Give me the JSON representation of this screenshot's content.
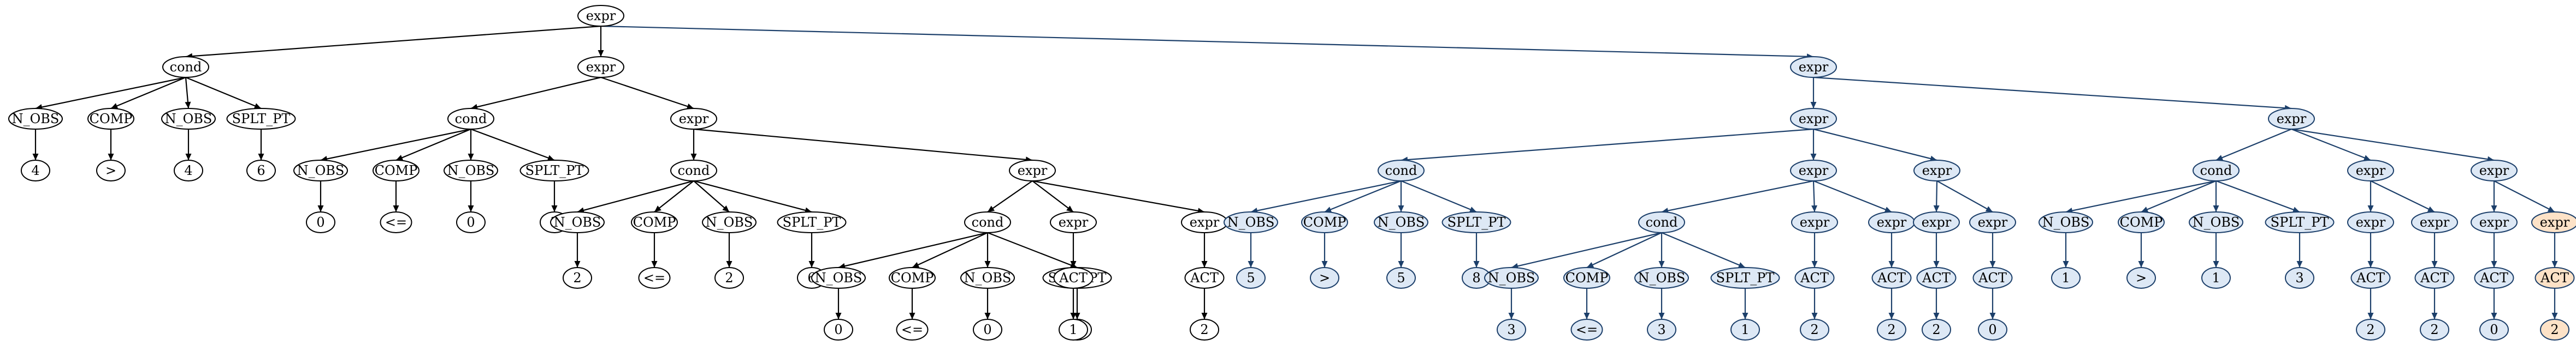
{
  "tree": {
    "label": "expr",
    "children": [
      {
        "label": "cond",
        "children": [
          {
            "label": "N_OBS",
            "children": [
              {
                "label": "4"
              }
            ]
          },
          {
            "label": "COMP",
            "children": [
              {
                "label": ">"
              }
            ]
          },
          {
            "label": "N_OBS",
            "children": [
              {
                "label": "4"
              }
            ]
          },
          {
            "label": "SPLT_PT",
            "children": [
              {
                "label": "6"
              }
            ]
          }
        ]
      },
      {
        "label": "expr",
        "children": [
          {
            "label": "cond",
            "children": [
              {
                "label": "N_OBS",
                "children": [
                  {
                    "label": "0"
                  }
                ]
              },
              {
                "label": "COMP",
                "children": [
                  {
                    "label": "<="
                  }
                ]
              },
              {
                "label": "N_OBS",
                "children": [
                  {
                    "label": "0"
                  }
                ]
              },
              {
                "label": "SPLT_PT",
                "children": [
                  {
                    "label": "3"
                  }
                ]
              }
            ]
          },
          {
            "label": "expr",
            "children": [
              {
                "label": "cond",
                "children": [
                  {
                    "label": "N_OBS",
                    "children": [
                      {
                        "label": "2"
                      }
                    ]
                  },
                  {
                    "label": "COMP",
                    "children": [
                      {
                        "label": "<="
                      }
                    ]
                  },
                  {
                    "label": "N_OBS",
                    "children": [
                      {
                        "label": "2"
                      }
                    ]
                  },
                  {
                    "label": "SPLT_PT",
                    "children": [
                      {
                        "label": "6"
                      }
                    ]
                  }
                ]
              },
              {
                "label": "expr",
                "children": [
                  {
                    "label": "cond",
                    "children": [
                      {
                        "label": "N_OBS",
                        "children": [
                          {
                            "label": "0"
                          }
                        ]
                      },
                      {
                        "label": "COMP",
                        "children": [
                          {
                            "label": "<="
                          }
                        ]
                      },
                      {
                        "label": "N_OBS",
                        "children": [
                          {
                            "label": "0"
                          }
                        ]
                      },
                      {
                        "label": "SPLT_PT",
                        "children": [
                          {
                            "label": "5"
                          }
                        ]
                      }
                    ]
                  },
                  {
                    "label": "expr",
                    "children": [
                      {
                        "label": "ACT",
                        "children": [
                          {
                            "label": "1"
                          }
                        ]
                      }
                    ]
                  },
                  {
                    "label": "expr",
                    "children": [
                      {
                        "label": "ACT",
                        "children": [
                          {
                            "label": "2"
                          }
                        ]
                      }
                    ]
                  }
                ]
              }
            ]
          }
        ]
      },
      {
        "label": "expr",
        "highlight": "blue",
        "children": [
          {
            "label": "expr",
            "highlight": "blue",
            "children": [
              {
                "label": "cond",
                "highlight": "blue",
                "children": [
                  {
                    "label": "N_OBS",
                    "highlight": "blue",
                    "children": [
                      {
                        "label": "5",
                        "highlight": "blue"
                      }
                    ]
                  },
                  {
                    "label": "COMP",
                    "highlight": "blue",
                    "children": [
                      {
                        "label": ">",
                        "highlight": "blue"
                      }
                    ]
                  },
                  {
                    "label": "N_OBS",
                    "highlight": "blue",
                    "children": [
                      {
                        "label": "5",
                        "highlight": "blue"
                      }
                    ]
                  },
                  {
                    "label": "SPLT_PT",
                    "highlight": "blue",
                    "children": [
                      {
                        "label": "8",
                        "highlight": "blue"
                      }
                    ]
                  }
                ]
              },
              {
                "label": "expr",
                "highlight": "blue",
                "children": [
                  {
                    "label": "cond",
                    "highlight": "blue",
                    "children": [
                      {
                        "label": "N_OBS",
                        "highlight": "blue",
                        "children": [
                          {
                            "label": "3",
                            "highlight": "blue"
                          }
                        ]
                      },
                      {
                        "label": "COMP",
                        "highlight": "blue",
                        "children": [
                          {
                            "label": "<=",
                            "highlight": "blue"
                          }
                        ]
                      },
                      {
                        "label": "N_OBS",
                        "highlight": "blue",
                        "children": [
                          {
                            "label": "3",
                            "highlight": "blue"
                          }
                        ]
                      },
                      {
                        "label": "SPLT_PT",
                        "highlight": "blue",
                        "children": [
                          {
                            "label": "1",
                            "highlight": "blue"
                          }
                        ]
                      }
                    ]
                  },
                  {
                    "label": "expr",
                    "highlight": "blue",
                    "children": [
                      {
                        "label": "ACT",
                        "highlight": "blue",
                        "children": [
                          {
                            "label": "2",
                            "highlight": "blue"
                          }
                        ]
                      }
                    ]
                  },
                  {
                    "label": "expr",
                    "highlight": "blue",
                    "children": [
                      {
                        "label": "ACT",
                        "highlight": "blue",
                        "children": [
                          {
                            "label": "2",
                            "highlight": "blue"
                          }
                        ]
                      }
                    ]
                  }
                ]
              },
              {
                "label": "expr",
                "highlight": "blue",
                "children": [
                  {
                    "label": "expr",
                    "highlight": "blue",
                    "children": [
                      {
                        "label": "ACT",
                        "highlight": "blue",
                        "children": [
                          {
                            "label": "2",
                            "highlight": "blue"
                          }
                        ]
                      }
                    ]
                  },
                  {
                    "label": "expr",
                    "highlight": "blue",
                    "children": [
                      {
                        "label": "ACT",
                        "highlight": "blue",
                        "children": [
                          {
                            "label": "0",
                            "highlight": "blue"
                          }
                        ]
                      }
                    ]
                  }
                ]
              }
            ]
          },
          {
            "label": "expr",
            "highlight": "blue",
            "children": [
              {
                "label": "cond",
                "highlight": "blue",
                "children": [
                  {
                    "label": "N_OBS",
                    "highlight": "blue",
                    "children": [
                      {
                        "label": "1",
                        "highlight": "blue"
                      }
                    ]
                  },
                  {
                    "label": "COMP",
                    "highlight": "blue",
                    "children": [
                      {
                        "label": ">",
                        "highlight": "blue"
                      }
                    ]
                  },
                  {
                    "label": "N_OBS",
                    "highlight": "blue",
                    "children": [
                      {
                        "label": "1",
                        "highlight": "blue"
                      }
                    ]
                  },
                  {
                    "label": "SPLT_PT",
                    "highlight": "blue",
                    "children": [
                      {
                        "label": "3",
                        "highlight": "blue"
                      }
                    ]
                  }
                ]
              },
              {
                "label": "expr",
                "highlight": "blue",
                "children": [
                  {
                    "label": "expr",
                    "highlight": "blue",
                    "children": [
                      {
                        "label": "ACT",
                        "highlight": "blue",
                        "children": [
                          {
                            "label": "2",
                            "highlight": "blue"
                          }
                        ]
                      }
                    ]
                  },
                  {
                    "label": "expr",
                    "highlight": "blue",
                    "children": [
                      {
                        "label": "ACT",
                        "highlight": "blue",
                        "children": [
                          {
                            "label": "2",
                            "highlight": "blue"
                          }
                        ]
                      }
                    ]
                  }
                ]
              },
              {
                "label": "expr",
                "highlight": "blue",
                "children": [
                  {
                    "label": "expr",
                    "highlight": "blue",
                    "children": [
                      {
                        "label": "ACT",
                        "highlight": "blue",
                        "children": [
                          {
                            "label": "0",
                            "highlight": "blue"
                          }
                        ]
                      }
                    ]
                  },
                  {
                    "label": "expr",
                    "highlight": "orange",
                    "children": [
                      {
                        "label": "ACT",
                        "highlight": "orange",
                        "children": [
                          {
                            "label": "2",
                            "highlight": "orange"
                          }
                        ]
                      }
                    ]
                  }
                ]
              }
            ]
          }
        ]
      }
    ]
  }
}
